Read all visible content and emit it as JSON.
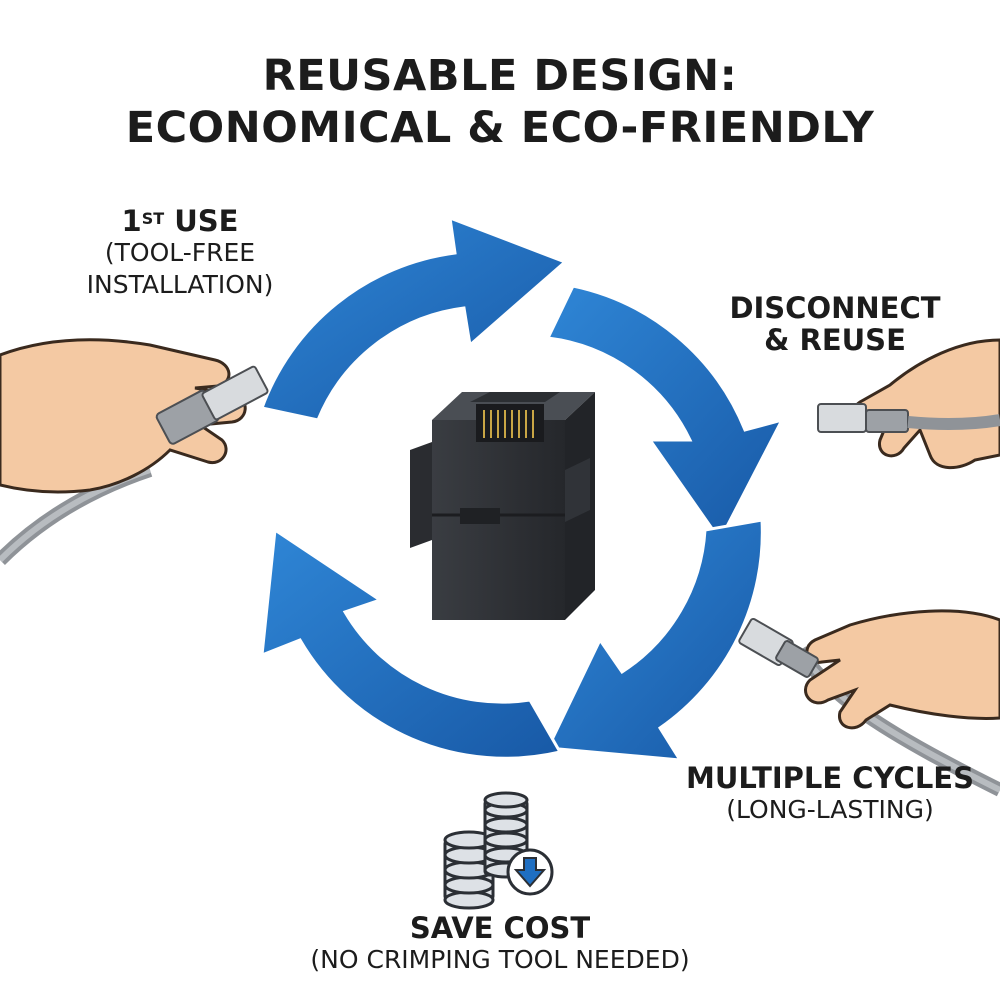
{
  "title": {
    "line1": "REUSABLE DESIGN:",
    "line2": "ECONOMICAL & ECO-FRIENDLY"
  },
  "steps": {
    "first_use": {
      "num": "1",
      "sup": "ST",
      "word": " USE",
      "line2": "(TOOL-FREE",
      "line3": "INSTALLATION)"
    },
    "disconnect": {
      "line1": "DISCONNECT",
      "line2": "& REUSE"
    },
    "cycles": {
      "line1": "MULTIPLE CYCLES",
      "line2": "(LONG-LASTING)"
    },
    "save_cost": {
      "line1": "SAVE COST",
      "line2": "(NO CRIMPING TOOL NEEDED)"
    }
  },
  "icons": [
    "cycle-arrows-icon",
    "rj45-coupler-icon",
    "hand-with-cable-icon",
    "coin-stack-icon",
    "down-arrow-icon"
  ],
  "colors": {
    "arrow_blue": "#1f6fc2",
    "arrow_dark": "#1859a6",
    "coupler": "#2f3236",
    "skin": "#f4c9a3",
    "cable": "#9a9ea3",
    "coin": "#dde1e6"
  }
}
